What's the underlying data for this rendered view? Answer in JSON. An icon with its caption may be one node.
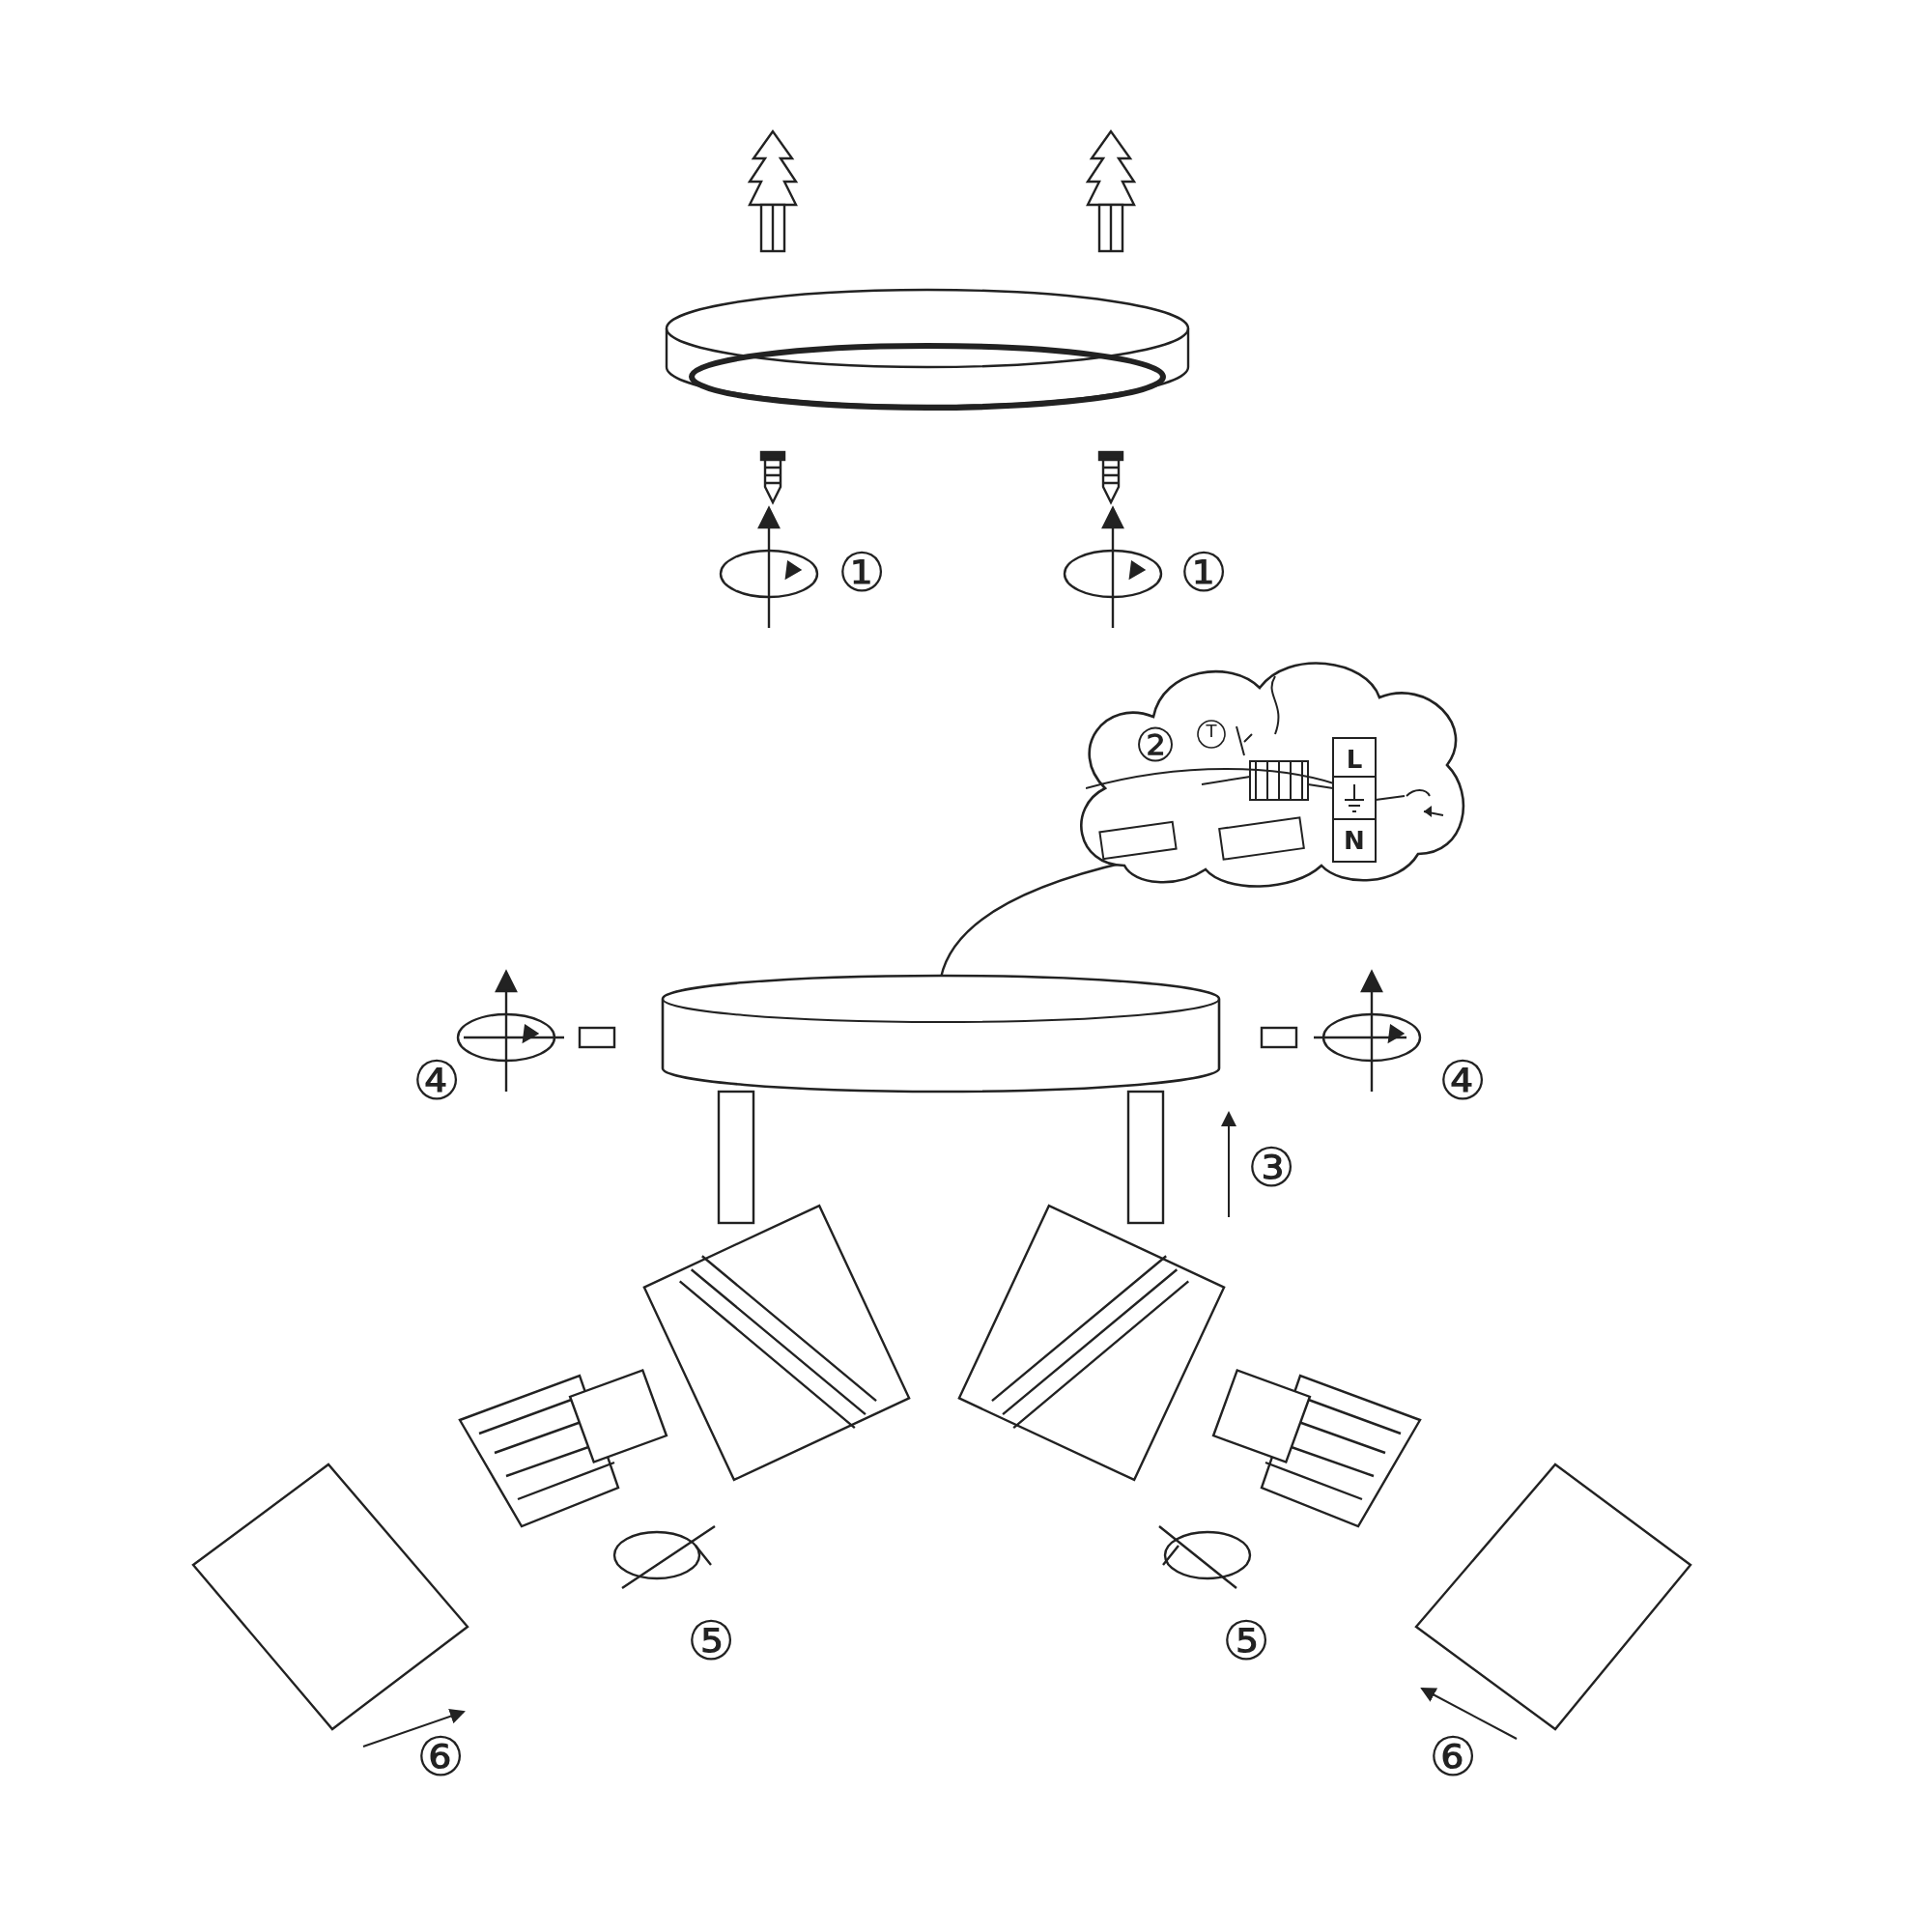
{
  "diagram": {
    "nodes": [
      {
        "text": [
          "②",
          "T",
          "L",
          "N"
        ]
      },
      {
        "text": [],
        "shape": "picture"
      }
    ],
    "edges": [
      {
        "from": 0,
        "to": 1,
        "arrow": "none"
      }
    ],
    "labels": [
      "①",
      "①",
      "④",
      "④",
      "③",
      "⑤",
      "⑤",
      "⑥",
      "⑥"
    ]
  }
}
